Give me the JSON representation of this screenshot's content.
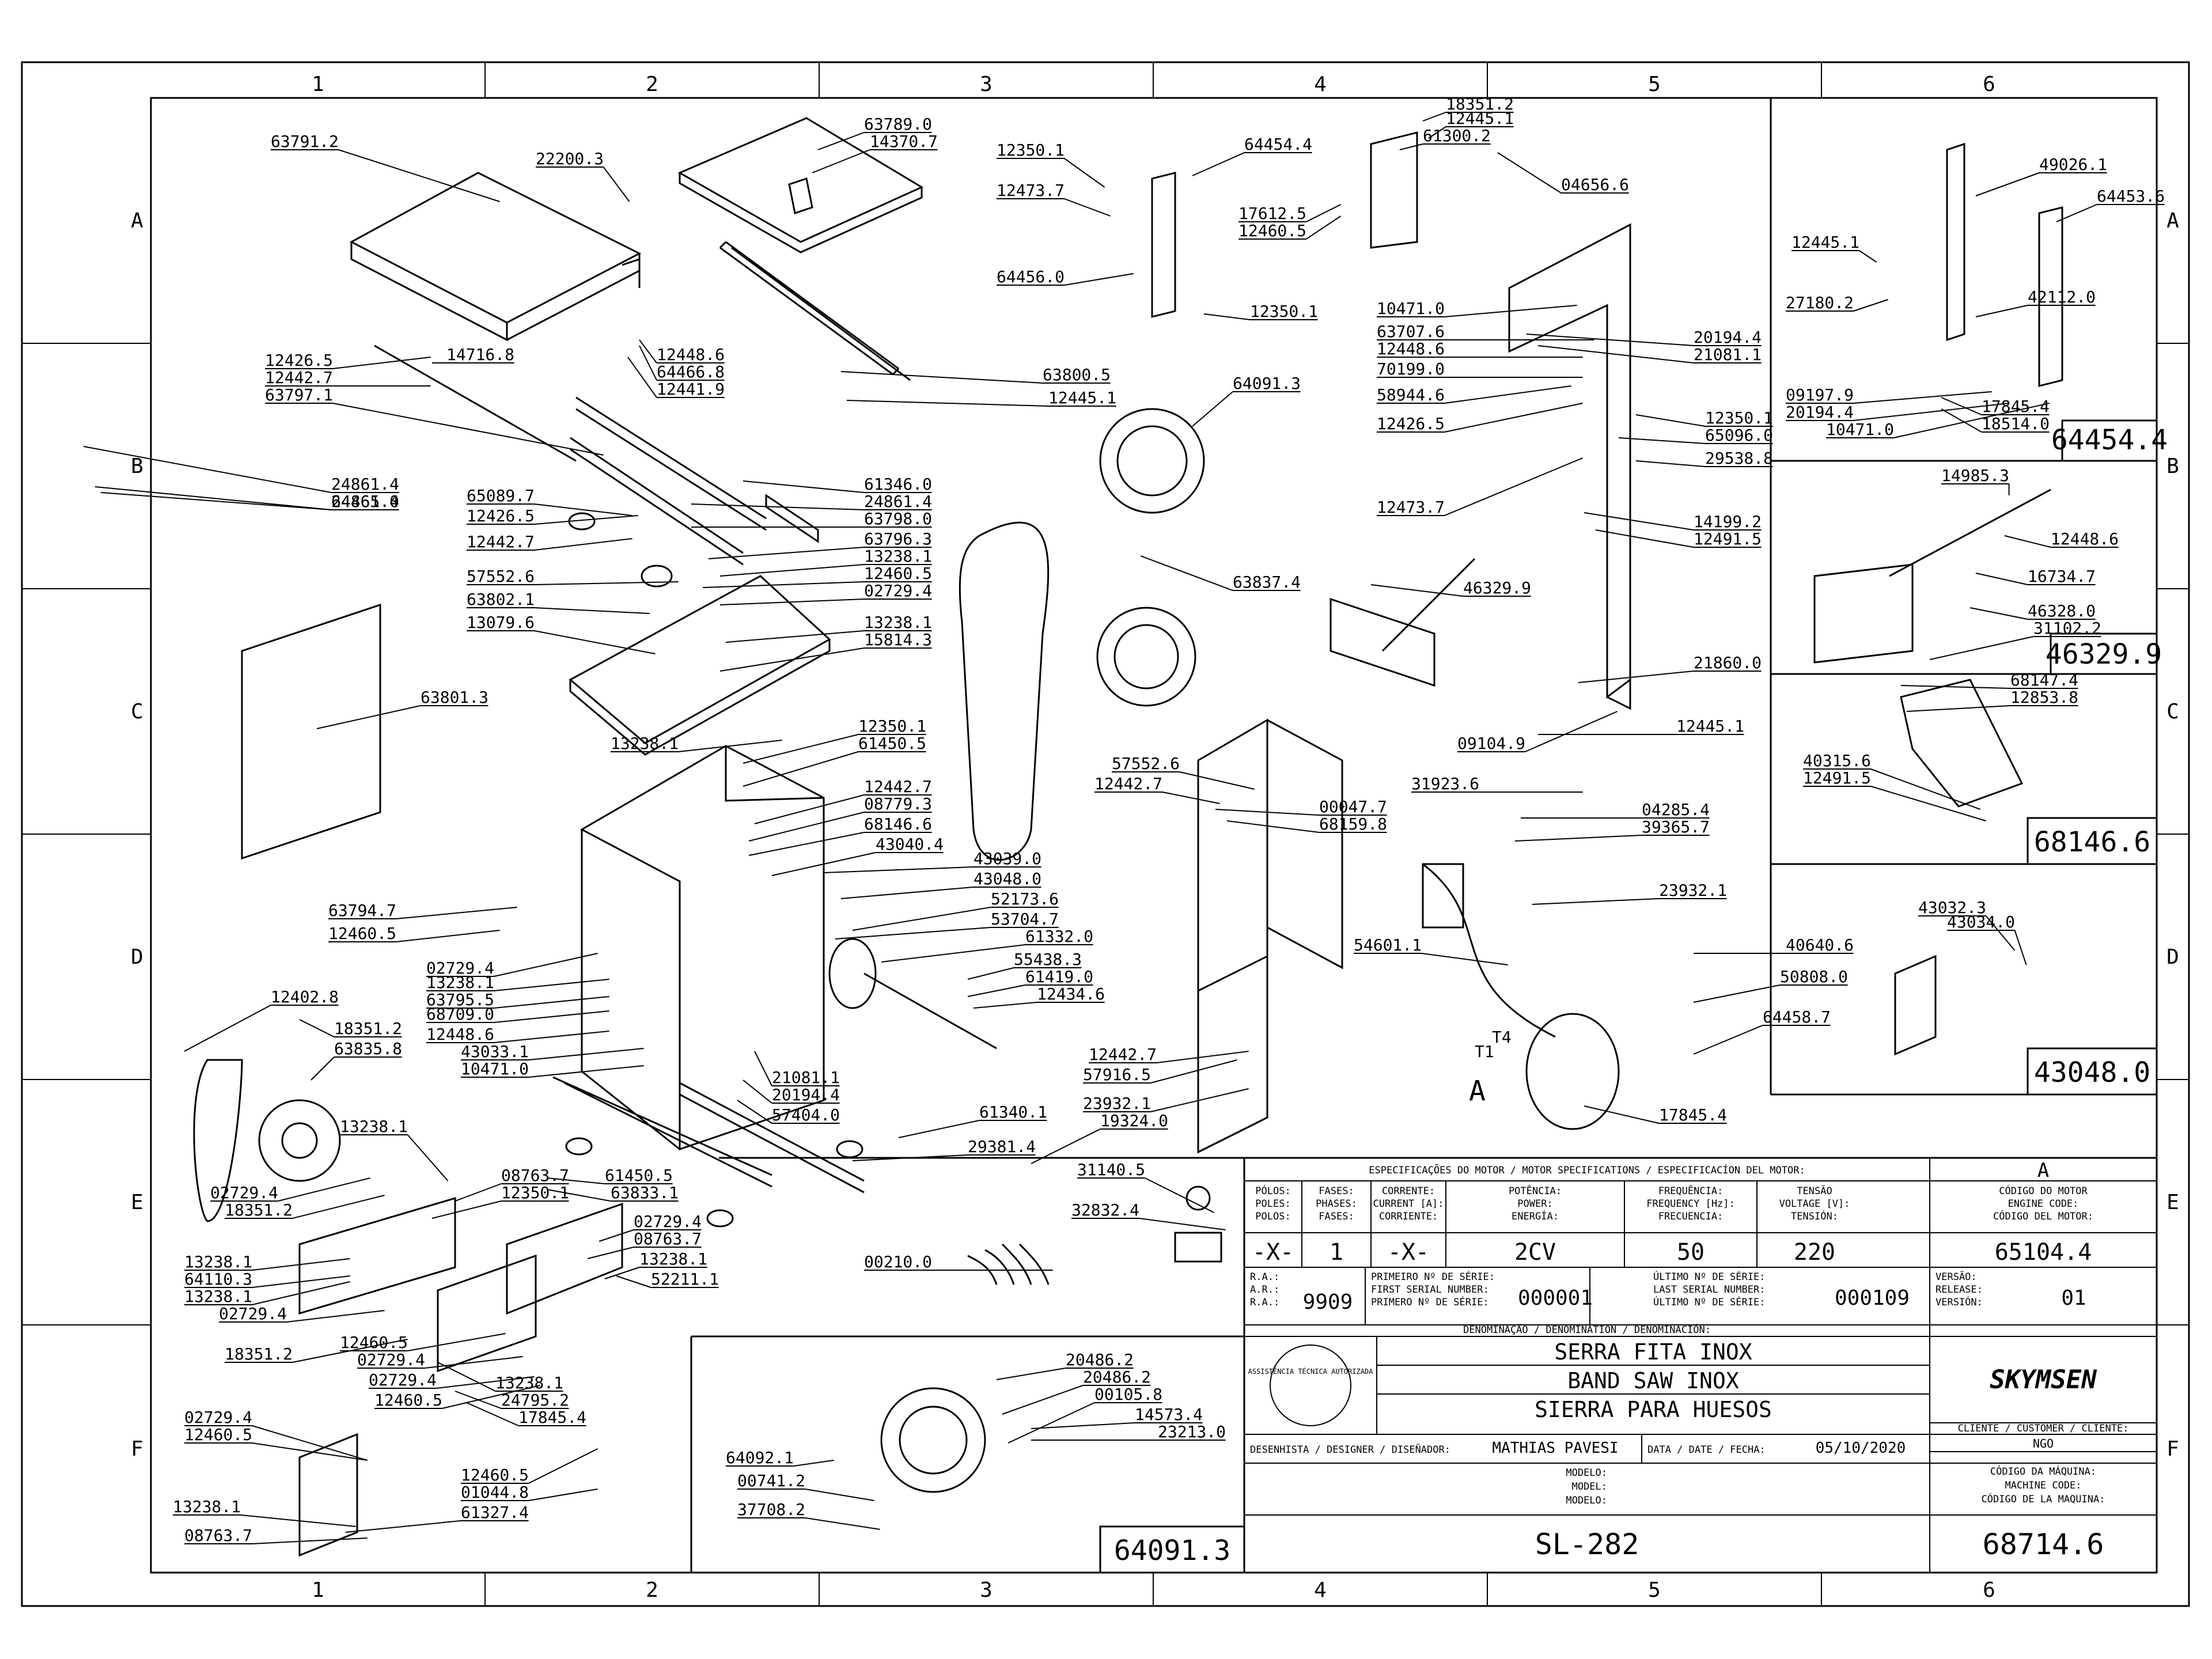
{
  "grid": {
    "columns": [
      "1",
      "2",
      "3",
      "4",
      "5",
      "6"
    ],
    "rows": [
      "A",
      "B",
      "C",
      "D",
      "E",
      "F"
    ]
  },
  "parts": [
    "63791.2",
    "22200.3",
    "63789.0",
    "14370.7",
    "12350.1",
    "64454.4",
    "18351.2",
    "12445.1",
    "61300.2",
    "04656.6",
    "12473.7",
    "17612.5",
    "12460.5",
    "64456.0",
    "12350.1",
    "49026.1",
    "64453.6",
    "12445.1",
    "27180.2",
    "42112.0",
    "12426.5",
    "12442.7",
    "63797.1",
    "14716.8",
    "12448.6",
    "64466.8",
    "12441.9",
    "63800.5",
    "12445.1",
    "64091.3",
    "10471.0",
    "63707.6",
    "12448.6",
    "70199.0",
    "58944.6",
    "20194.4",
    "21081.1",
    "12426.5",
    "09197.9",
    "20194.4",
    "10471.0",
    "17845.4",
    "18514.0",
    "24861.4",
    "24861.4",
    "64465.0",
    "61346.0",
    "24861.4",
    "65089.7",
    "63798.0",
    "12426.5",
    "63796.3",
    "12442.7",
    "12350.1",
    "65096.0",
    "29538.8",
    "12473.7",
    "14985.3",
    "12448.6",
    "57552.6",
    "13238.1",
    "12460.5",
    "63802.1",
    "02729.4",
    "63837.4",
    "46329.9",
    "14199.2",
    "12491.5",
    "16734.7",
    "13079.6",
    "13238.1",
    "15814.3",
    "46328.0",
    "31102.2",
    "63801.3",
    "21860.0",
    "12445.1",
    "68147.4",
    "12853.8",
    "13238.1",
    "12350.1",
    "61450.5",
    "09104.9",
    "40315.6",
    "12491.5",
    "57552.6",
    "12442.7",
    "31923.6",
    "12442.7",
    "08779.3",
    "68146.6",
    "00047.7",
    "68159.8",
    "43040.4",
    "04285.4",
    "39365.7",
    "43039.0",
    "43048.0",
    "63794.7",
    "52173.6",
    "12460.5",
    "53704.7",
    "61332.0",
    "23932.1",
    "43032.3",
    "43034.0",
    "54601.1",
    "40640.6",
    "02729.4",
    "55438.3",
    "13238.1",
    "61419.0",
    "63795.5",
    "12434.6",
    "50808.0",
    "68709.0",
    "12448.6",
    "43033.1",
    "10471.0",
    "12402.8",
    "18351.2",
    "63835.8",
    "12442.7",
    "64458.7",
    "57916.5",
    "23932.1",
    "21081.1",
    "20194.4",
    "61340.1",
    "19324.0",
    "57404.0",
    "17845.4",
    "29381.4",
    "13238.1",
    "31140.5",
    "02729.4",
    "08763.7",
    "61450.5",
    "18351.2",
    "12350.1",
    "63833.1",
    "32832.4",
    "02729.4",
    "08763.7",
    "00210.0",
    "13238.1",
    "13238.1",
    "64110.3",
    "52211.1",
    "13238.1",
    "02729.4",
    "12460.5",
    "18351.2",
    "02729.4",
    "02729.4",
    "13238.1",
    "12460.5",
    "24795.2",
    "17845.4",
    "20486.2",
    "20486.2",
    "00105.8",
    "02729.4",
    "12460.5",
    "14573.4",
    "23213.0",
    "64092.1",
    "12460.5",
    "01044.8",
    "00741.2",
    "13238.1",
    "61327.4",
    "37708.2",
    "08763.7"
  ],
  "inset_box_labels": [
    "64454.4",
    "46329.9",
    "68146.6",
    "43048.0",
    "64091.3"
  ],
  "view_markers": {
    "view": "A",
    "t4": "T4",
    "t1": "T1"
  },
  "title_block": {
    "spec_header": "ESPECIFICAÇÕES DO MOTOR / MOTOR SPECIFICATIONS / ESPECIFICACÍON DEL MOTOR:",
    "view_ref": "A",
    "columns": [
      {
        "label": [
          "PÓLOS:",
          "POLES:",
          "POLOS:"
        ],
        "value": "-X-"
      },
      {
        "label": [
          "FASES:",
          "PHASES:",
          "FASES:"
        ],
        "value": "1"
      },
      {
        "label": [
          "CORRENTE:",
          "CURRENT [A]:",
          "CORRIENTE:"
        ],
        "value": "-X-"
      },
      {
        "label": [
          "POTÊNCIA:",
          "POWER:",
          "ENERGÍA:"
        ],
        "value": "2CV"
      },
      {
        "label": [
          "FREQUÊNCIA:",
          "FREQUENCY [Hz]:",
          "FRECUENCIA:"
        ],
        "value": "50"
      },
      {
        "label": [
          "TENSÃO",
          "VOLTAGE [V]:",
          "TENSIÓN:"
        ],
        "value": "220"
      },
      {
        "label": [
          "CÓDIGO DO MOTOR",
          "ENGINE CODE:",
          "CÓDIGO DEL MOTOR:"
        ],
        "value": "65104.4"
      }
    ],
    "ra_label": [
      "R.A.:",
      "A.R.:",
      "R.A.:"
    ],
    "ra_value": "9909",
    "first_serial_label": [
      "PRIMEIRO Nº DE SÉRIE:",
      "FIRST SERIAL NUMBER:",
      "PRIMERO Nº DE SÉRIE:"
    ],
    "first_serial": "000001",
    "last_serial_label": [
      "ÚLTIMO Nº DE SÉRIE:",
      "LAST SERIAL NUMBER:",
      "ÚLTIMO Nº DE SÉRIE:"
    ],
    "last_serial": "000109",
    "version_label": [
      "VERSÃO:",
      "RELEASE:",
      "VERSIÓN:"
    ],
    "version": "01",
    "denomination_label": "DENOMINAÇÃO / DENOMINATION / DENOMINACIÓN:",
    "names": [
      "SERRA FITA INOX",
      "BAND SAW INOX",
      "SIERRA PARA HUESOS"
    ],
    "seal_text": "ASSISTÊNCIA TÉCNICA AUTORIZADA",
    "brand": "SKYMSEN",
    "customer_label": "CLIENTE / CUSTOMER / CLIENTE:",
    "customer": "NGO",
    "designer_label": "DESENHISTA / DESIGNER / DISEÑADOR:",
    "designer": "MATHIAS PAVESI",
    "date_label": "DATA / DATE / FECHA:",
    "date": "05/10/2020",
    "model_label": [
      "MODELO:",
      "MODEL:",
      "MODELO:"
    ],
    "model": "SL-282",
    "machine_code_label": [
      "CÓDIGO DA MÁQUINA:",
      "MACHINE CODE:",
      "CÓDIGO DE LA MAQUINA:"
    ],
    "machine_code": "68714.6"
  }
}
